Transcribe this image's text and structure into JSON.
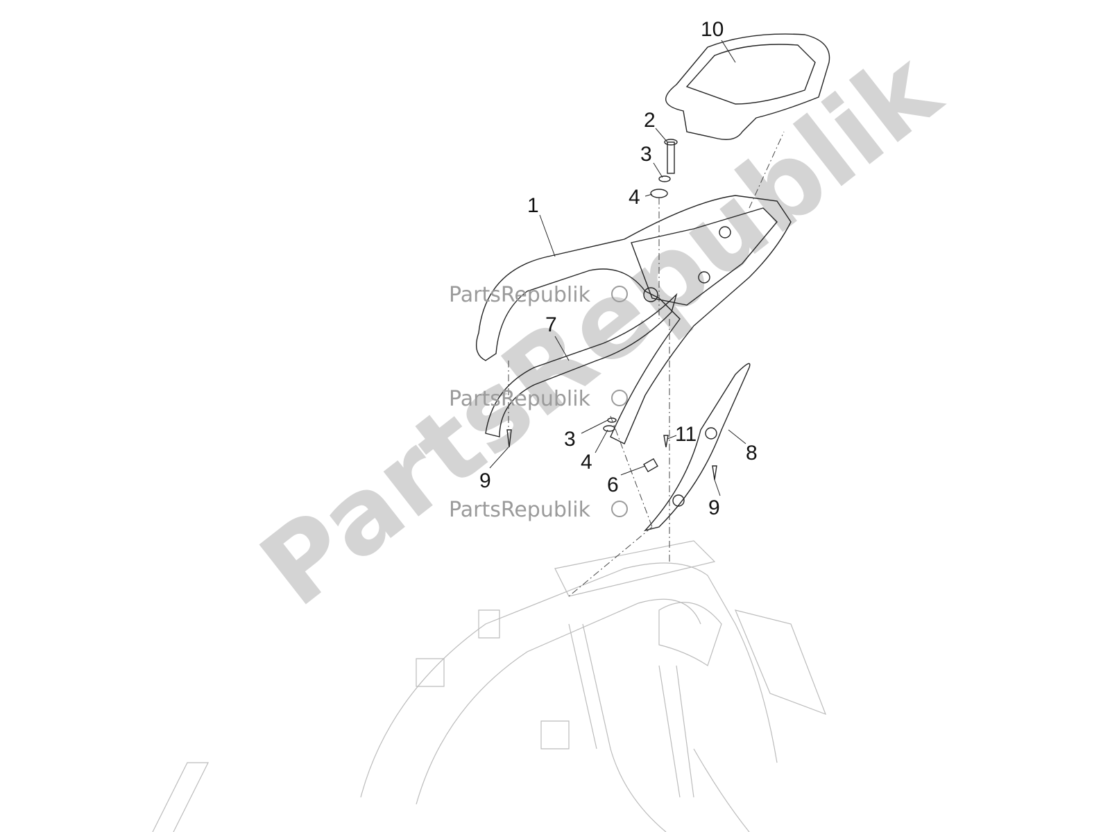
{
  "diagram": {
    "watermark_big": "PartsRepublik",
    "watermark_small": [
      "PartsRepublik",
      "PartsRepublik",
      "PartsRepublik"
    ],
    "callouts": [
      {
        "id": "c10",
        "text": "10"
      },
      {
        "id": "c2",
        "text": "2"
      },
      {
        "id": "c3a",
        "text": "3"
      },
      {
        "id": "c4a",
        "text": "4"
      },
      {
        "id": "c1",
        "text": "1"
      },
      {
        "id": "c7",
        "text": "7"
      },
      {
        "id": "c3b",
        "text": "3"
      },
      {
        "id": "c4b",
        "text": "4"
      },
      {
        "id": "c11",
        "text": "11"
      },
      {
        "id": "c8",
        "text": "8"
      },
      {
        "id": "c9a",
        "text": "9"
      },
      {
        "id": "c6",
        "text": "6"
      },
      {
        "id": "c9b",
        "text": "9"
      }
    ]
  }
}
